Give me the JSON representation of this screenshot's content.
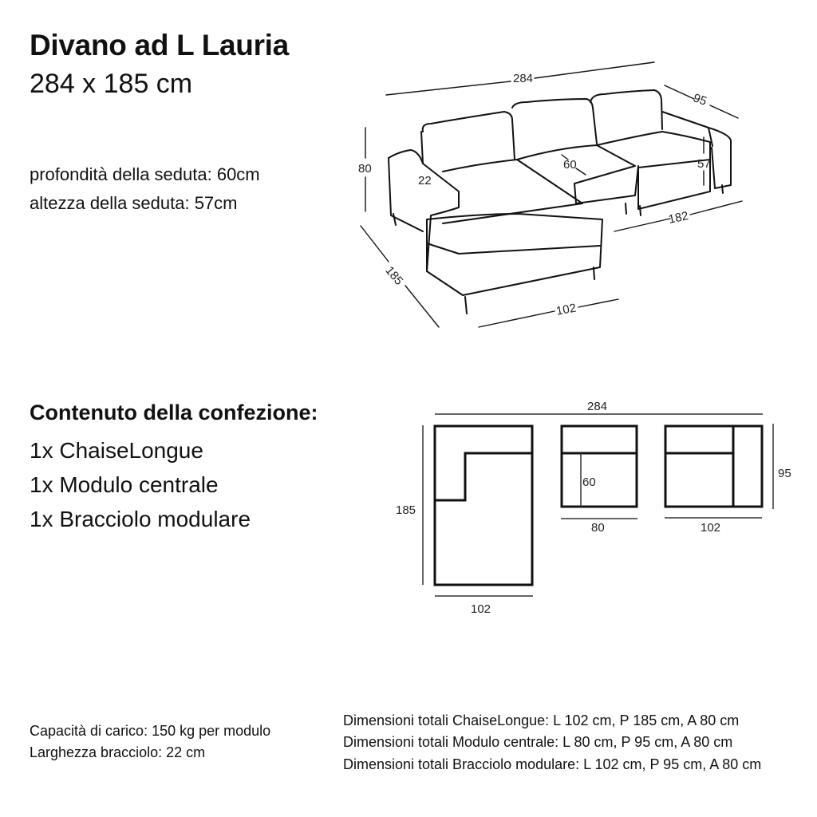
{
  "header": {
    "title": "Divano ad L Lauria",
    "size": "284 x 185 cm"
  },
  "specs": [
    "profondità della seduta: 60cm",
    "altezza della seduta: 57cm"
  ],
  "sketch_dimensions": {
    "width": "284",
    "depth": "95",
    "height": "80",
    "arm": "22",
    "seat_depth": "60",
    "seat_height": "57",
    "sofa_length": "182",
    "chaise_length": "185",
    "chaise_width": "102"
  },
  "contents": {
    "title": "Contenuto della confezione:",
    "items": [
      "1x ChaiseLongue",
      "1x Modulo centrale",
      "1x Bracciolo modulare"
    ]
  },
  "plan_dimensions": {
    "total_width": "284",
    "chaise_depth": "185",
    "chaise_width": "102",
    "center_seat": "60",
    "center_width": "80",
    "arm_width": "102",
    "module_depth": "95"
  },
  "footer": {
    "left": [
      "Capacità di carico: 150 kg per modulo",
      "Larghezza bracciolo: 22 cm"
    ],
    "right": [
      "Dimensioni totali ChaiseLongue: L 102 cm, P 185 cm, A 80 cm",
      "Dimensioni totali Modulo centrale: L 80 cm, P 95 cm, A 80 cm",
      "Dimensioni totali Bracciolo modulare: L 102 cm, P 95 cm, A 80 cm"
    ]
  }
}
